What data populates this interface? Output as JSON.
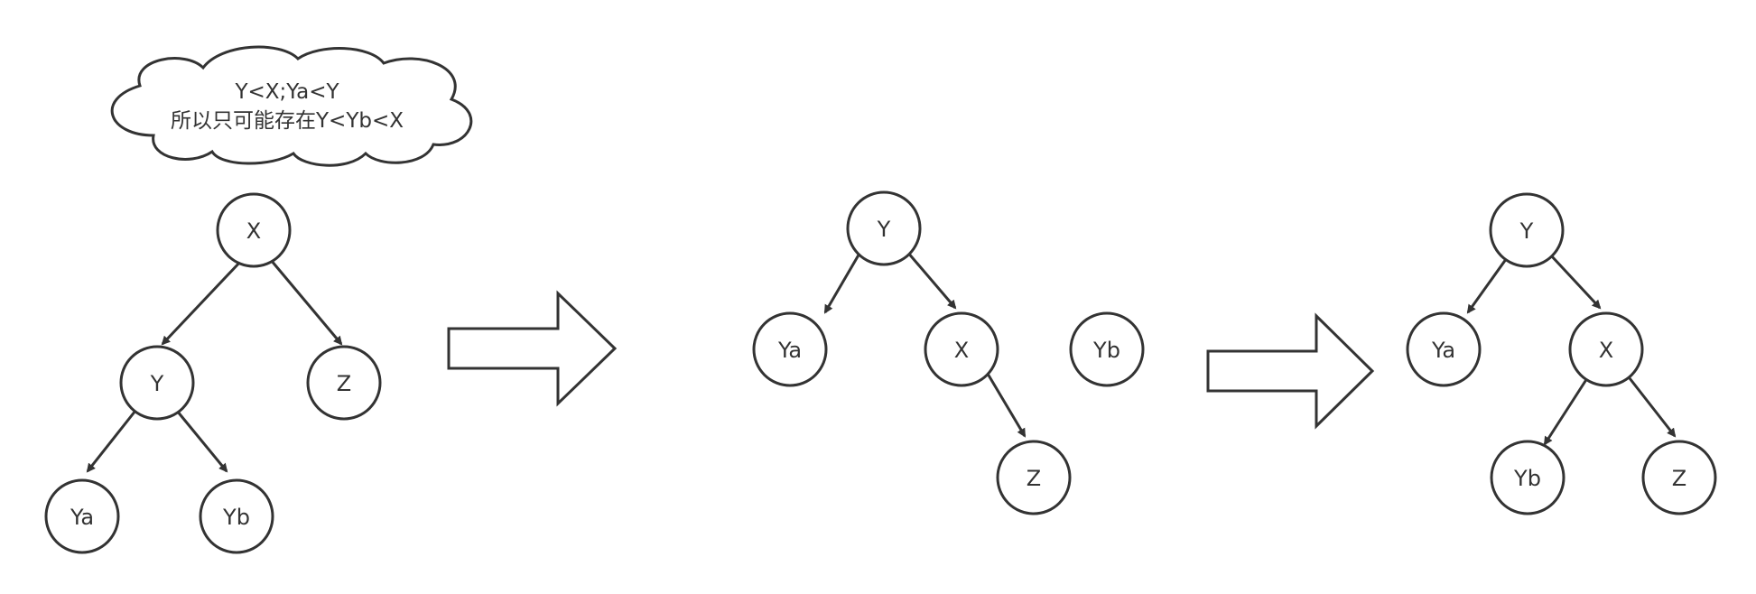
{
  "cloud_note": {
    "line1": "Y<X;Ya<Y",
    "line2": "所以只可能存在Y<Yb<X"
  },
  "tree_before": {
    "nodes": {
      "x": "X",
      "y": "Y",
      "z": "Z",
      "ya": "Ya",
      "yb": "Yb"
    }
  },
  "tree_middle": {
    "nodes": {
      "y": "Y",
      "ya": "Ya",
      "x": "X",
      "z": "Z",
      "yb": "Yb"
    }
  },
  "tree_after": {
    "nodes": {
      "y": "Y",
      "ya": "Ya",
      "x": "X",
      "yb": "Yb",
      "z": "Z"
    }
  },
  "colors": {
    "stroke": "#333333",
    "fill": "#ffffff"
  }
}
